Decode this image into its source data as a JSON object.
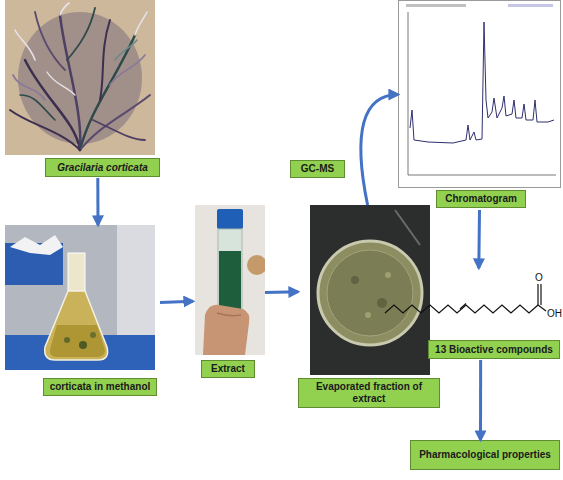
{
  "diagram": {
    "nodes": [
      {
        "text": [
          "Gracilaria corticata"
        ]
      },
      {
        "text": [
          "corticata in methanol"
        ]
      },
      {
        "text": [
          "Extract"
        ]
      },
      {
        "text": [
          "Evaporated fraction of extract"
        ]
      },
      {
        "text": [
          "GC-MS"
        ]
      },
      {
        "text": [
          "Chromatogram"
        ]
      },
      {
        "text": [
          "13 Bioactive compounds"
        ]
      },
      {
        "text": [
          "Pharmacological properties"
        ]
      }
    ],
    "edges": [
      {
        "from": 0,
        "to": 1,
        "arrow": "to"
      },
      {
        "from": 1,
        "to": 2,
        "arrow": "to"
      },
      {
        "from": 2,
        "to": 3,
        "arrow": "to"
      },
      {
        "from": 3,
        "to": 5,
        "arrow": "to"
      },
      {
        "from": 5,
        "to": 6,
        "arrow": "to"
      },
      {
        "from": 6,
        "to": 7,
        "arrow": "to"
      }
    ],
    "labels": [
      "O",
      "OH"
    ]
  }
}
